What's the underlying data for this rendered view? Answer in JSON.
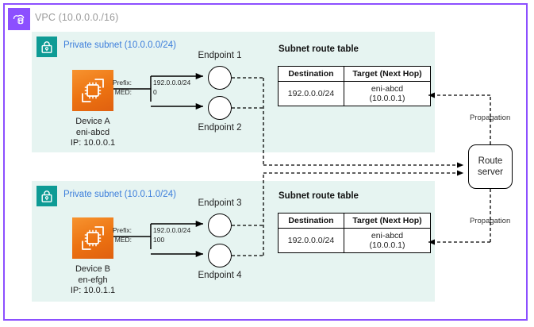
{
  "vpc": {
    "icon": "vpc-cloud-icon",
    "title": "VPC (10.0.0.0./16)",
    "border_color": "#8c4fff",
    "icon_color": "#8c4fff"
  },
  "subnets": [
    {
      "icon": "private-subnet-lock-icon",
      "title": "Private subnet (10.0.0.0/24)",
      "bg_color": "#e6f4f1",
      "icon_color": "#0e9b95",
      "title_color": "#3b7ddb",
      "device": {
        "icon": "compute-device-icon",
        "icon_color": "#ec7211",
        "name": "Device A",
        "eni": "eni-abcd",
        "ip": "IP: 10.0.0.1"
      },
      "advert": {
        "prefix_key": "Prefix:",
        "prefix_value": "192.0.0.0/24",
        "med_key": "MED:",
        "med_value": "0"
      },
      "endpoints": [
        {
          "label": "Endpoint 1"
        },
        {
          "label": "Endpoint 2"
        }
      ],
      "route_table": {
        "title": "Subnet route table",
        "columns": [
          "Destination",
          "Target (Next Hop)"
        ],
        "rows": [
          {
            "destination": "192.0.0.0/24",
            "target_line1": "eni-abcd",
            "target_line2": "(10.0.0.1)"
          }
        ]
      },
      "propagation_label": "Propagation"
    },
    {
      "icon": "private-subnet-lock-icon",
      "title": "Private subnet (10.0.1.0/24)",
      "bg_color": "#e6f4f1",
      "icon_color": "#0e9b95",
      "title_color": "#3b7ddb",
      "device": {
        "icon": "compute-device-icon",
        "icon_color": "#ec7211",
        "name": "Device B",
        "eni": "en-efgh",
        "ip": "IP: 10.0.1.1"
      },
      "advert": {
        "prefix_key": "Prefix:",
        "prefix_value": "192.0.0.0/24",
        "med_key": "MED:",
        "med_value": "100"
      },
      "endpoints": [
        {
          "label": "Endpoint 3"
        },
        {
          "label": "Endpoint 4"
        }
      ],
      "route_table": {
        "title": "Subnet route table",
        "columns": [
          "Destination",
          "Target (Next Hop)"
        ],
        "rows": [
          {
            "destination": "192.0.0.0/24",
            "target_line1": "eni-abcd",
            "target_line2": "(10.0.0.1)"
          }
        ]
      },
      "propagation_label": "Propagation"
    }
  ],
  "route_server": {
    "label_line1": "Route",
    "label_line2": "server"
  }
}
